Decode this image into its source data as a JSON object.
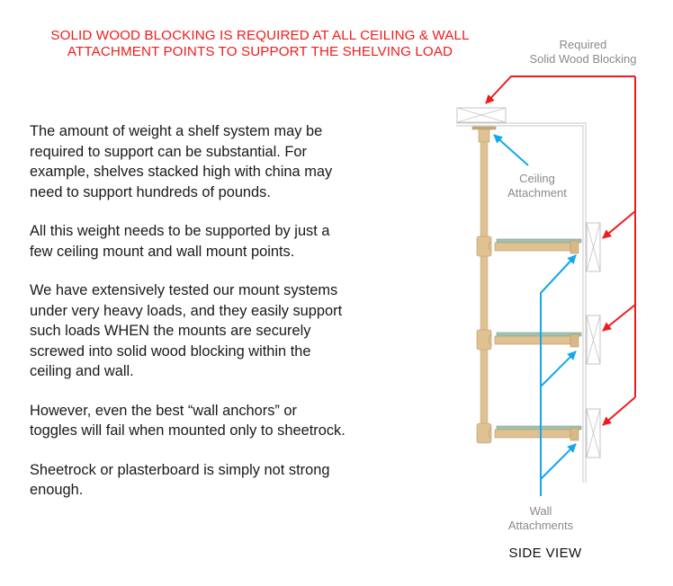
{
  "headline": {
    "line1": "SOLID WOOD BLOCKING IS REQUIRED AT ALL CEILING & WALL",
    "line2": "ATTACHMENT POINTS TO SUPPORT THE SHELVING LOAD"
  },
  "body": {
    "paragraphs": [
      [
        "The amount of weight a shelf system may be",
        "required to support can be substantial. For",
        "example, shelves stacked high with china may",
        "need to support hundreds of pounds."
      ],
      [
        "All this weight needs to be supported by just a",
        "few ceiling mount and wall mount points."
      ],
      [
        "We have extensively tested our mount systems",
        "under very heavy loads, and they easily support",
        "such loads WHEN the mounts are securely",
        "screwed into solid wood blocking within the",
        "ceiling and wall."
      ],
      [
        "However, even the best “wall anchors” or",
        "toggles will fail when mounted only to sheetrock."
      ],
      [
        "Sheetrock or plasterboard is simply not strong",
        "enough."
      ]
    ]
  },
  "diagram": {
    "labels": {
      "blocking_line1": "Required",
      "blocking_line2": "Solid Wood Blocking",
      "ceiling_line1": "Ceiling",
      "ceiling_line2": "Attachment",
      "wall_line1": "Wall",
      "wall_line2": "Attachments"
    },
    "caption": "SIDE VIEW",
    "shelf_count": 3,
    "colors": {
      "pipe": "#e0c292",
      "pipe_stroke": "#b89a6c",
      "glass": "#9fc3b0",
      "blocking_stroke": "#c4c4c4",
      "wall_stroke": "#c8c8c8",
      "red_arrow": "#ee1c1c",
      "blue_arrow": "#12a8ee"
    }
  }
}
